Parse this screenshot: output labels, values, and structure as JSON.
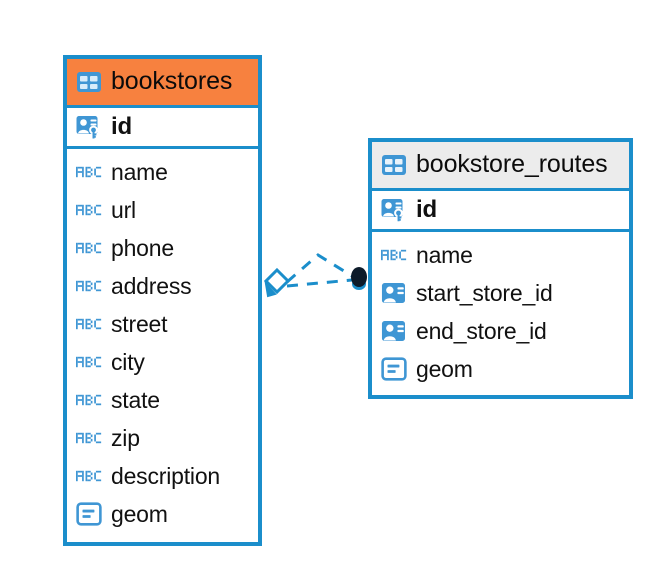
{
  "diagram": {
    "type": "entity-relationship-diagram",
    "background_color": "#ffffff",
    "colors": {
      "border": "#1b8ecb",
      "icon_blue": "#3f96d4",
      "accent_header": "#f7813f",
      "neutral_header": "#ececec",
      "connector": "#1b8ecb",
      "connector_endpoint": "#0d1b2a",
      "text": "#111111"
    },
    "entities": [
      {
        "id": "bookstores",
        "name": "bookstores",
        "header_style": "accent",
        "table_icon": "table-icon",
        "fields": [
          {
            "name": "id",
            "type": "primary-key",
            "icon": "primary-key-icon",
            "emphasis": "bold"
          },
          {
            "name": "name",
            "type": "text",
            "icon": "abc-text-icon",
            "emphasis": "normal"
          },
          {
            "name": "url",
            "type": "text",
            "icon": "abc-text-icon",
            "emphasis": "normal"
          },
          {
            "name": "phone",
            "type": "text",
            "icon": "abc-text-icon",
            "emphasis": "normal"
          },
          {
            "name": "address",
            "type": "text",
            "icon": "abc-text-icon",
            "emphasis": "normal"
          },
          {
            "name": "street",
            "type": "text",
            "icon": "abc-text-icon",
            "emphasis": "normal"
          },
          {
            "name": "city",
            "type": "text",
            "icon": "abc-text-icon",
            "emphasis": "normal"
          },
          {
            "name": "state",
            "type": "text",
            "icon": "abc-text-icon",
            "emphasis": "normal"
          },
          {
            "name": "zip",
            "type": "text",
            "icon": "abc-text-icon",
            "emphasis": "normal"
          },
          {
            "name": "description",
            "type": "text",
            "icon": "abc-text-icon",
            "emphasis": "normal"
          },
          {
            "name": "geom",
            "type": "geometry",
            "icon": "geometry-icon",
            "emphasis": "normal"
          }
        ]
      },
      {
        "id": "bookstore_routes",
        "name": "bookstore_routes",
        "header_style": "neutral",
        "table_icon": "table-icon",
        "fields": [
          {
            "name": "id",
            "type": "primary-key",
            "icon": "primary-key-icon",
            "emphasis": "bold"
          },
          {
            "name": "name",
            "type": "text",
            "icon": "abc-text-icon",
            "emphasis": "normal"
          },
          {
            "name": "start_store_id",
            "type": "foreign-key",
            "icon": "foreign-key-icon",
            "emphasis": "normal"
          },
          {
            "name": "end_store_id",
            "type": "foreign-key",
            "icon": "foreign-key-icon",
            "emphasis": "normal"
          },
          {
            "name": "geom",
            "type": "geometry",
            "icon": "geometry-icon",
            "emphasis": "normal"
          }
        ]
      }
    ],
    "relationships": [
      {
        "id": "bookstores-to-bookstore-routes",
        "from": "bookstores",
        "to": "bookstore_routes",
        "line_style": "dashed",
        "source_marker": "diamond-marker",
        "target_marker": "filled-circle-marker"
      }
    ]
  }
}
